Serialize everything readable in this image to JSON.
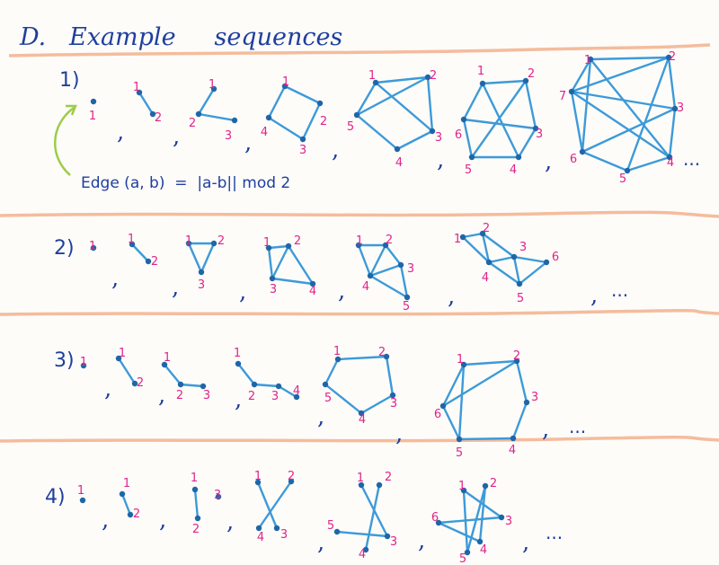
{
  "title": "D.   Example     sequences",
  "formula": "Edge (a, b)  =  |a-b|| mod 2",
  "ellipsis": "...",
  "comma": ",",
  "colors": {
    "ink": "#1f3f9e",
    "edge": "#3d9ad9",
    "vertex": "#1f66a8",
    "label": "#e0248a",
    "rule": "#f0a77e",
    "arrow": "#9ccc4a",
    "paper": "#fdfcf9"
  },
  "rows": [
    {
      "label": "1)",
      "graphs": [
        {
          "labels": [
            "1"
          ]
        },
        {
          "labels": [
            "1",
            "2"
          ]
        },
        {
          "labels": [
            "1",
            "2",
            "3"
          ]
        },
        {
          "labels": [
            "1",
            "2",
            "3",
            "4"
          ]
        },
        {
          "labels": [
            "1",
            "2",
            "3",
            "4",
            "5"
          ]
        },
        {
          "labels": [
            "1",
            "2",
            "3",
            "4",
            "5",
            "6"
          ]
        },
        {
          "labels": [
            "1",
            "2",
            "3",
            "4",
            "5",
            "6",
            "7"
          ]
        }
      ]
    },
    {
      "label": "2)",
      "graphs": [
        {
          "labels": [
            "1"
          ]
        },
        {
          "labels": [
            "1",
            "2"
          ]
        },
        {
          "labels": [
            "1",
            "2",
            "3"
          ]
        },
        {
          "labels": [
            "1",
            "2",
            "3",
            "4"
          ]
        },
        {
          "labels": [
            "1",
            "2",
            "3",
            "4",
            "5"
          ]
        },
        {
          "labels": [
            "1",
            "2",
            "3",
            "4",
            "5",
            "6"
          ]
        }
      ]
    },
    {
      "label": "3)",
      "graphs": [
        {
          "labels": [
            "1"
          ]
        },
        {
          "labels": [
            "1",
            "2"
          ]
        },
        {
          "labels": [
            "1",
            "2",
            "3"
          ]
        },
        {
          "labels": [
            "1",
            "2",
            "3",
            "4"
          ]
        },
        {
          "labels": [
            "1",
            "2",
            "3",
            "4",
            "5"
          ]
        },
        {
          "labels": [
            "1",
            "2",
            "3",
            "4",
            "5",
            "6"
          ]
        }
      ]
    },
    {
      "label": "4)",
      "graphs": [
        {
          "labels": [
            "1"
          ]
        },
        {
          "labels": [
            "1",
            "2"
          ]
        },
        {
          "labels": [
            "1",
            "2",
            "3"
          ]
        },
        {
          "labels": [
            "1",
            "2",
            "3",
            "4"
          ]
        },
        {
          "labels": [
            "1",
            "2",
            "3",
            "4",
            "5"
          ]
        },
        {
          "labels": [
            "1",
            "2",
            "3",
            "4",
            "5",
            "6"
          ]
        }
      ]
    }
  ]
}
